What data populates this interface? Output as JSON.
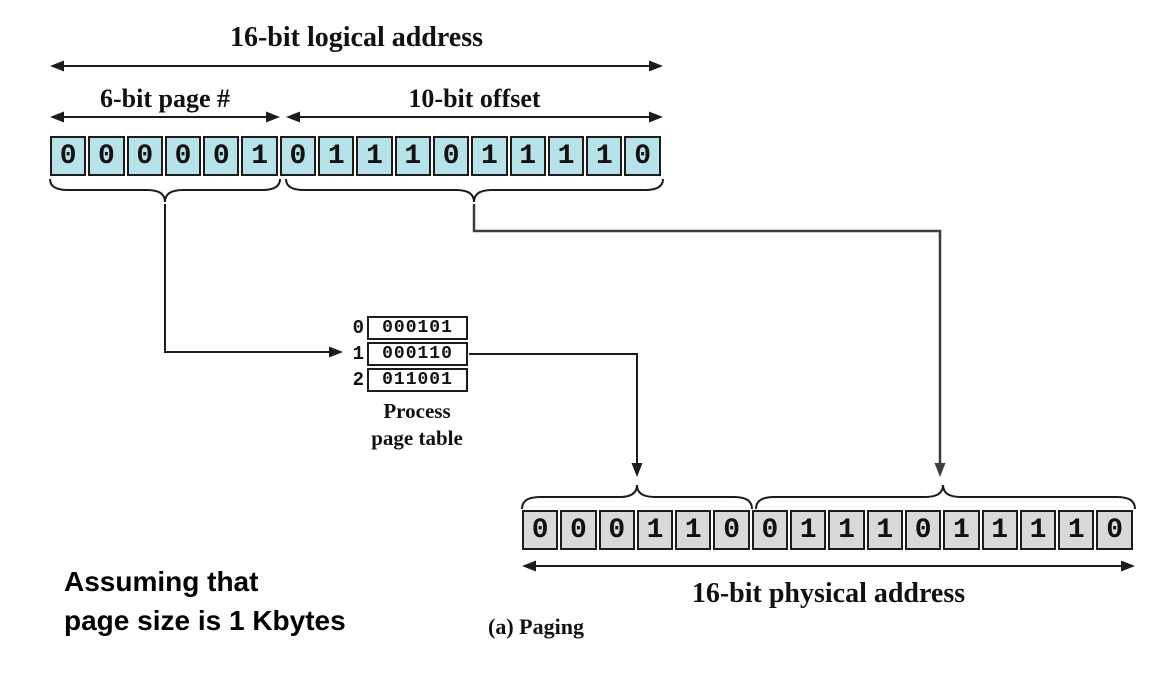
{
  "logical_address": {
    "label": "16-bit logical address",
    "page_label": "6-bit page #",
    "offset_label": "10-bit offset",
    "bits": [
      "0",
      "0",
      "0",
      "0",
      "0",
      "1",
      "0",
      "1",
      "1",
      "1",
      "0",
      "1",
      "1",
      "1",
      "1",
      "0"
    ],
    "page_bits_count": 6,
    "offset_bits_count": 10,
    "cell_color": "#b8e2ea"
  },
  "page_table": {
    "label_line1": "Process",
    "label_line2": "page table",
    "rows": [
      {
        "index": "0",
        "value": "000101"
      },
      {
        "index": "1",
        "value": "000110"
      },
      {
        "index": "2",
        "value": "011001"
      }
    ],
    "lookup_index": "1"
  },
  "physical_address": {
    "label": "16-bit physical address",
    "bits": [
      "0",
      "0",
      "0",
      "1",
      "1",
      "0",
      "0",
      "1",
      "1",
      "1",
      "0",
      "1",
      "1",
      "1",
      "1",
      "0"
    ],
    "frame_bits_count": 6,
    "offset_bits_count": 10,
    "cell_color": "#d9d9d9"
  },
  "note": {
    "line1": "Assuming that",
    "line2": "page size is 1 Kbytes"
  },
  "caption": "(a) Paging",
  "colors": {
    "line": "#1c1c1c",
    "cell_border": "#1c1c1c"
  }
}
